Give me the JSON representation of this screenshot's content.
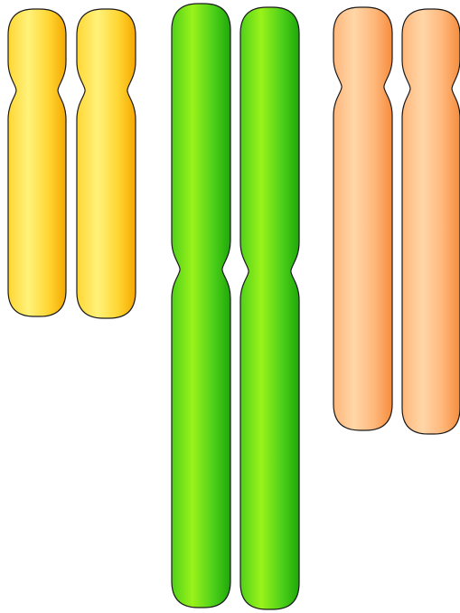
{
  "groups": [
    {
      "color_light": "#fff27a",
      "color_mid": "#ffd633",
      "color_dark": "#f5a800",
      "chromatids": [
        {
          "side": "left"
        },
        {
          "side": "right"
        }
      ]
    },
    {
      "color_light": "#9af21a",
      "color_mid": "#4fd11a",
      "color_dark": "#1ea80a",
      "chromatids": [
        {
          "side": "left"
        },
        {
          "side": "right"
        }
      ]
    },
    {
      "color_light": "#ffd6a8",
      "color_mid": "#ffb77a",
      "color_dark": "#f58c3c",
      "chromatids": [
        {
          "side": "left"
        },
        {
          "side": "right"
        }
      ]
    }
  ],
  "outline_color": "#1a1a1a"
}
